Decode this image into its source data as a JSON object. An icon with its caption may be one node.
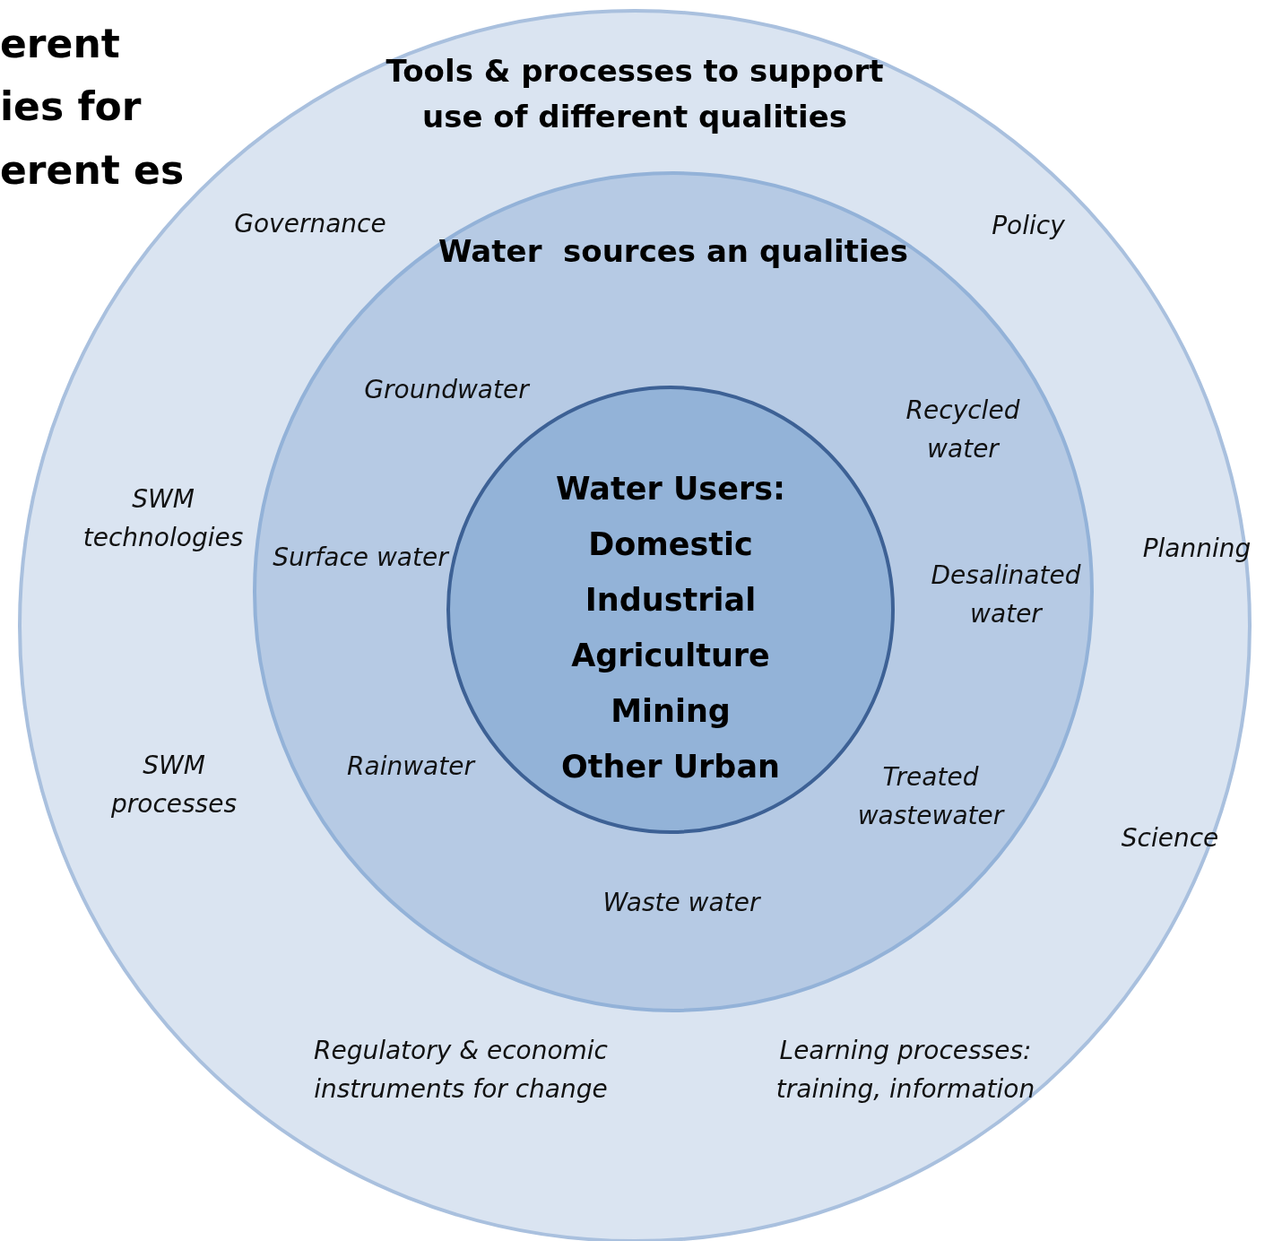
{
  "diagram": {
    "title": "erent ies for erent es",
    "nodes": [
      {
        "text": [
          "Tools & processes to support use of different qualities"
        ]
      },
      {
        "text": [
          "Water  sources an qualities"
        ],
        "in": 0
      },
      {
        "text": [
          "Water Users:",
          "Domestic",
          "Industrial",
          "Agriculture",
          "Mining",
          "Other Urban"
        ],
        "in": 1
      }
    ],
    "labels": [
      "Governance",
      "Policy",
      "Groundwater",
      "Recycled water",
      "SWM technologies",
      "Planning",
      "Surface water",
      "Desalinated water",
      "SWM processes",
      "Rainwater",
      "Treated wastewater",
      "Science",
      "Waste water",
      "Regulatory & economic instruments for change",
      "Learning processes: training, information"
    ]
  }
}
